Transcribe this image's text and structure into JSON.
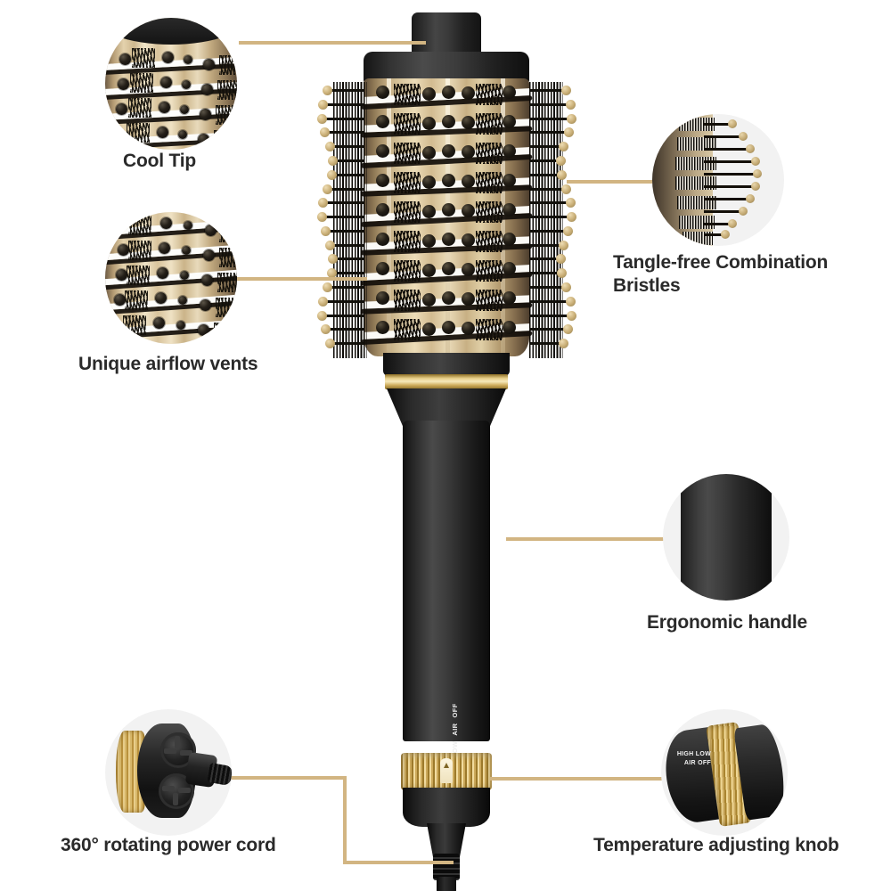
{
  "page": {
    "background_color": "#ffffff",
    "accent_color": "#d2b582",
    "text_color": "#2a2a2a",
    "circle_bg_color": "#f2f2f2",
    "product_gold": "#e0cfa6",
    "product_black": "#1a1a1a"
  },
  "callouts": [
    {
      "id": "cool-tip",
      "label": "Cool Tip",
      "detail_icon": "barrel-vent-closeup-icon"
    },
    {
      "id": "airflow-vents",
      "label": "Unique airflow vents",
      "detail_icon": "barrel-vent-closeup-icon"
    },
    {
      "id": "bristles",
      "label": "Tangle-free Combination\nBristles",
      "detail_icon": "bristle-closeup-icon"
    },
    {
      "id": "handle",
      "label": "Ergonomic handle",
      "detail_icon": "handle-closeup-icon"
    },
    {
      "id": "power-cord",
      "label": "360° rotating power cord",
      "detail_icon": "swivel-connector-icon"
    },
    {
      "id": "temperature-knob",
      "label": "Temperature adjusting knob",
      "detail_icon": "knob-closeup-icon"
    }
  ],
  "product": {
    "name": "hot-air-styling-brush",
    "knob_settings": [
      "HIGH",
      "LOW",
      "AIR",
      "OFF"
    ],
    "knob_settings_joined": "HIGH LOW AIR OFF"
  },
  "knob_detail": {
    "settings_text": "HIGH\nLOW\nAIR\nOFF"
  }
}
